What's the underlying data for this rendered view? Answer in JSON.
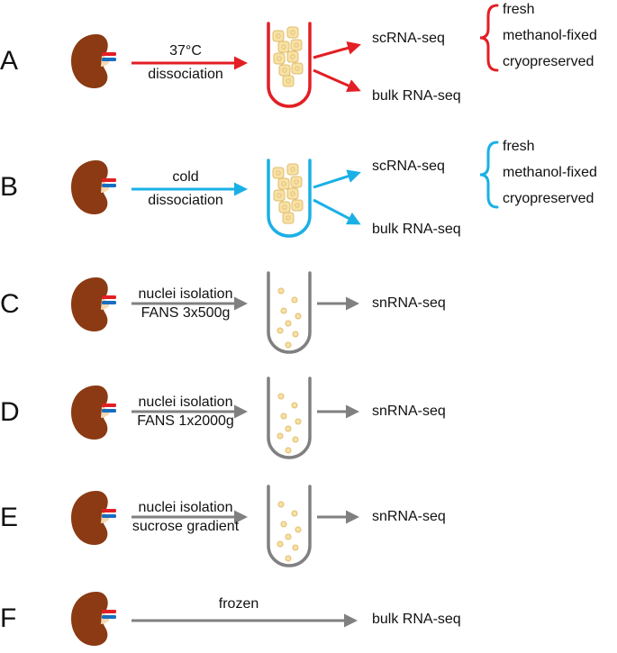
{
  "colors": {
    "warm": "#e31e24",
    "cold": "#1ab0e6",
    "neutral": "#808080",
    "kidney": "#8b3a13",
    "ureter": "#f7d9b3",
    "artery": "#e31e24",
    "vein": "#1a6ec0",
    "cell_fill": "#f7e1a6",
    "cell_stroke": "#e2bd6a",
    "text": "#111111"
  },
  "rows": [
    {
      "letter": "A",
      "arrow_label": [
        "37°C",
        "dissociation"
      ],
      "color": "warm",
      "tube_content": "cells",
      "outputs": [
        "scRNA-seq",
        "bulk RNA-seq"
      ],
      "preservation": [
        "fresh",
        "methanol-fixed",
        "cryopreserved"
      ]
    },
    {
      "letter": "B",
      "arrow_label": [
        "cold",
        "dissociation"
      ],
      "color": "cold",
      "tube_content": "cells",
      "outputs": [
        "scRNA-seq",
        "bulk RNA-seq"
      ],
      "preservation": [
        "fresh",
        "methanol-fixed",
        "cryopreserved"
      ]
    },
    {
      "letter": "C",
      "arrow_label": [
        "nuclei isolation",
        "FANS 3x500g"
      ],
      "color": "neutral",
      "tube_content": "nuclei",
      "outputs": [
        "snRNA-seq"
      ]
    },
    {
      "letter": "D",
      "arrow_label": [
        "nuclei isolation",
        "FANS 1x2000g"
      ],
      "color": "neutral",
      "tube_content": "nuclei",
      "outputs": [
        "snRNA-seq"
      ]
    },
    {
      "letter": "E",
      "arrow_label": [
        "nuclei isolation",
        "sucrose gradient"
      ],
      "color": "neutral",
      "tube_content": "nuclei",
      "outputs": [
        "snRNA-seq"
      ]
    },
    {
      "letter": "F",
      "arrow_label": [
        "frozen"
      ],
      "color": "neutral",
      "tube_content": "none",
      "outputs": [
        "bulk RNA-seq"
      ]
    }
  ]
}
